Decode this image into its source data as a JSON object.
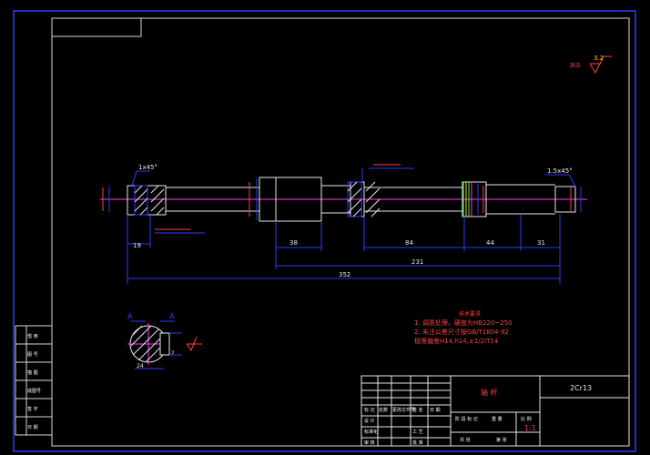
{
  "drawing": {
    "material": "2Cr13",
    "part_name": "轴 杆",
    "scale": "1:1",
    "roughness_prefix": "其余",
    "roughness_value": "3.2",
    "section_label_a": "A",
    "section_label_b": "A",
    "chamfer_left": "1x45°",
    "chamfer_right": "1.5x45°",
    "dims": {
      "d352": "352",
      "d231": "231",
      "d84": "84",
      "d44": "44",
      "d31": "31",
      "d38": "38",
      "d19": "19",
      "d24": "24",
      "d2": "2"
    },
    "tech_title": "技术要求",
    "tech_notes": [
      "1. 调质处理，硬度为HB220~250",
      "2. 未注公差尺寸按GB/T1804-92",
      "    极限偏差H14,h14,±1/2IT14"
    ],
    "title_block": {
      "cells_left": [
        "设 计",
        "标准化",
        "审 核",
        "工 艺",
        "批 准"
      ],
      "cells_mid": [
        "标 记",
        "处数",
        "更改文件号",
        "签 名",
        "日 期"
      ],
      "stage_labels": [
        "阶 段 标 记",
        "重 量",
        "比 例"
      ],
      "sheet_labels": [
        "共 张",
        "第 张"
      ]
    },
    "side_table": [
      "借 用",
      "图 号",
      "描 图",
      "底图号",
      "签 字",
      "日 期"
    ]
  }
}
